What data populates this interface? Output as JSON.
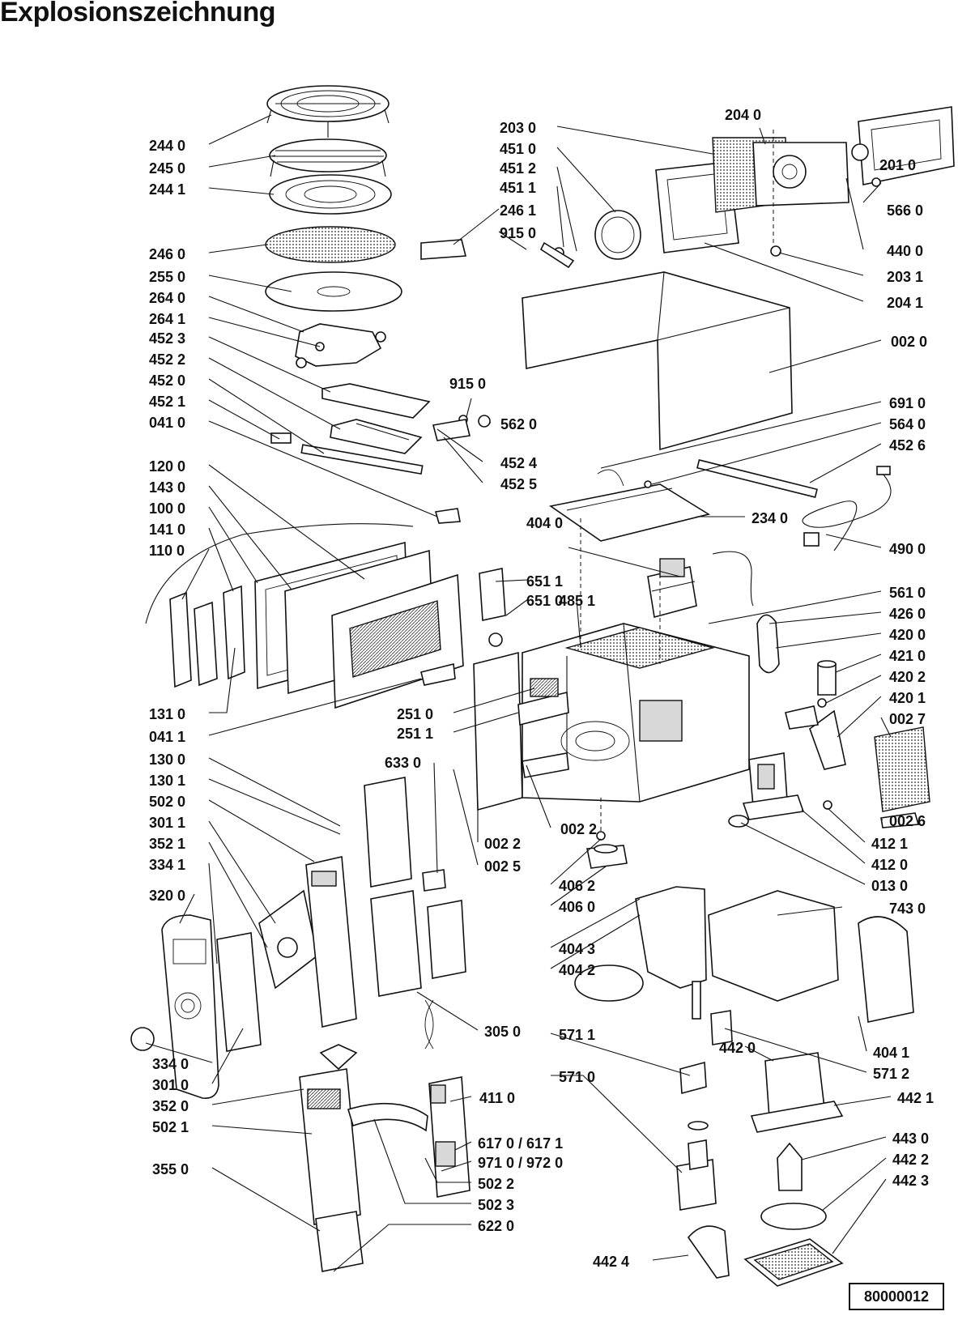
{
  "page": {
    "title": "Explosionszeichnung",
    "reference_number": "80000012"
  },
  "part_labels": [
    "244 0",
    "245 0",
    "244 1",
    "246 0",
    "255 0",
    "264 0",
    "264 1",
    "452 3",
    "452 2",
    "452 0",
    "452 1",
    "041 0",
    "120 0",
    "143 0",
    "100 0",
    "141 0",
    "110 0",
    "131 0",
    "041 1",
    "130 0",
    "130 1",
    "502 0",
    "301 1",
    "352 1",
    "334 1",
    "320 0",
    "334 0",
    "301 0",
    "352 0",
    "502 1",
    "355 0",
    "203 0",
    "451 0",
    "451 2",
    "451 1",
    "246 1",
    "915 0",
    "204 0",
    "201 0",
    "566 0",
    "440 0",
    "203 1",
    "204 1",
    "002 0",
    "915 0",
    "562 0",
    "452 4",
    "452 5",
    "691 0",
    "564 0",
    "452 6",
    "234 0",
    "490 0",
    "404 0",
    "651 1",
    "651 0",
    "485 1",
    "561 0",
    "426 0",
    "420 0",
    "421 0",
    "420 2",
    "420 1",
    "002 7",
    "002 6",
    "412 1",
    "412 0",
    "013 0",
    "251 0",
    "251 1",
    "633 0",
    "002 2",
    "002 2",
    "002 5",
    "406 2",
    "406 0",
    "743 0",
    "404 3",
    "404 2",
    "305 0",
    "571 1",
    "404 1",
    "442 0",
    "571 2",
    "442 1",
    "443 0",
    "442 2",
    "442 3",
    "442 4",
    "571 0",
    "411 0",
    "617 0 / 617 1",
    "971 0 / 972 0",
    "502 2",
    "502 3",
    "622 0"
  ]
}
